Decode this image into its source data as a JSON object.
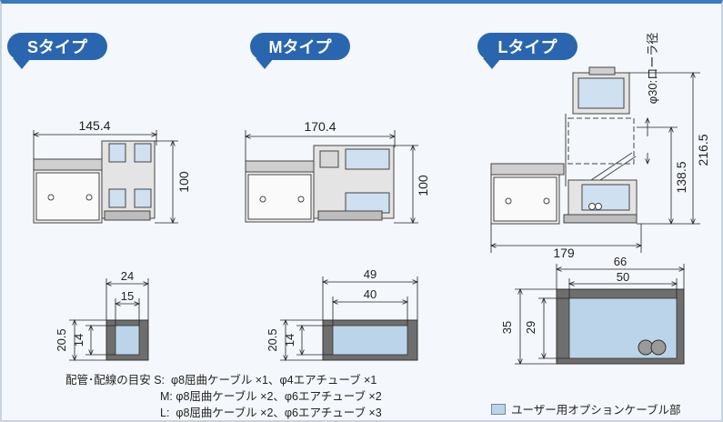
{
  "types": {
    "s_label": "Sタイプ",
    "m_label": "Mタイプ",
    "l_label": "Lタイプ"
  },
  "dimensions": {
    "s_width": "145.4",
    "s_height": "100",
    "m_width": "170.4",
    "m_height": "100",
    "l_width": "179",
    "l_height_total": "216.5",
    "l_height_mid": "138.5",
    "l_roller": "φ30:ローラ径",
    "s_outer": "24",
    "s_inner": "15",
    "s_h_outer": "20.5",
    "s_h_inner": "14",
    "m_outer": "49",
    "m_inner": "40",
    "m_h_outer": "20.5",
    "m_h_inner": "14",
    "l_outer": "66",
    "l_inner": "50",
    "l_h_outer": "35",
    "l_h_inner": "29"
  },
  "notes": {
    "line1": "配管･配線の目安 S:  φ8屈曲ケーブル ×1、φ4エアチューブ ×1",
    "line2": "M: φ8屈曲ケーブル ×2、φ6エアチューブ ×2",
    "line3": "L:  φ8屈曲ケーブル ×2、φ6エアチューブ ×3"
  },
  "legend": {
    "label": "ユーザー用オプションケーブル部"
  },
  "colors": {
    "accent": "#2a66b0",
    "cable_area": "#bcd4ea",
    "duct_wall": "#6e6e6e"
  }
}
